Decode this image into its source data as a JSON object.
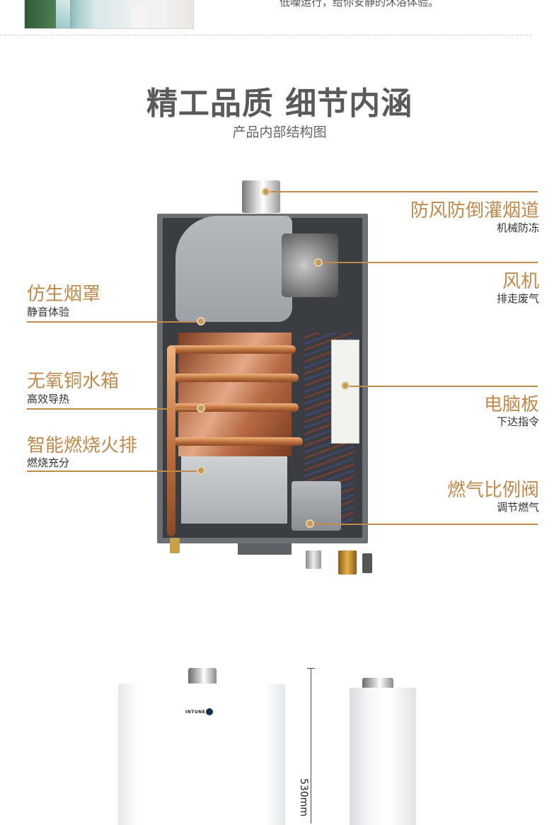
{
  "top": {
    "caption": "低噪运行，给你安静的沐浴体验。"
  },
  "header": {
    "title": "精工品质 细节内涵",
    "subtitle": "产品内部结构图"
  },
  "annotations": {
    "flue": {
      "label": "防风防倒灌烟道",
      "sub": "机械防冻"
    },
    "fan": {
      "label": "风机",
      "sub": "排走废气"
    },
    "hood": {
      "label": "仿生烟罩",
      "sub": "静音体验"
    },
    "tank": {
      "label": "无氧铜水箱",
      "sub": "高效导热"
    },
    "board": {
      "label": "电脑板",
      "sub": "下达指令"
    },
    "burner": {
      "label": "智能燃烧火排",
      "sub": "燃烧充分"
    },
    "valve": {
      "label": "燃气比例阀",
      "sub": "调节燃气"
    }
  },
  "colors": {
    "accent": "#c08a4a",
    "title": "#5a5a5a"
  },
  "dimensions": {
    "height_label": "530mm"
  },
  "brand": {
    "name": "INTUNE"
  }
}
